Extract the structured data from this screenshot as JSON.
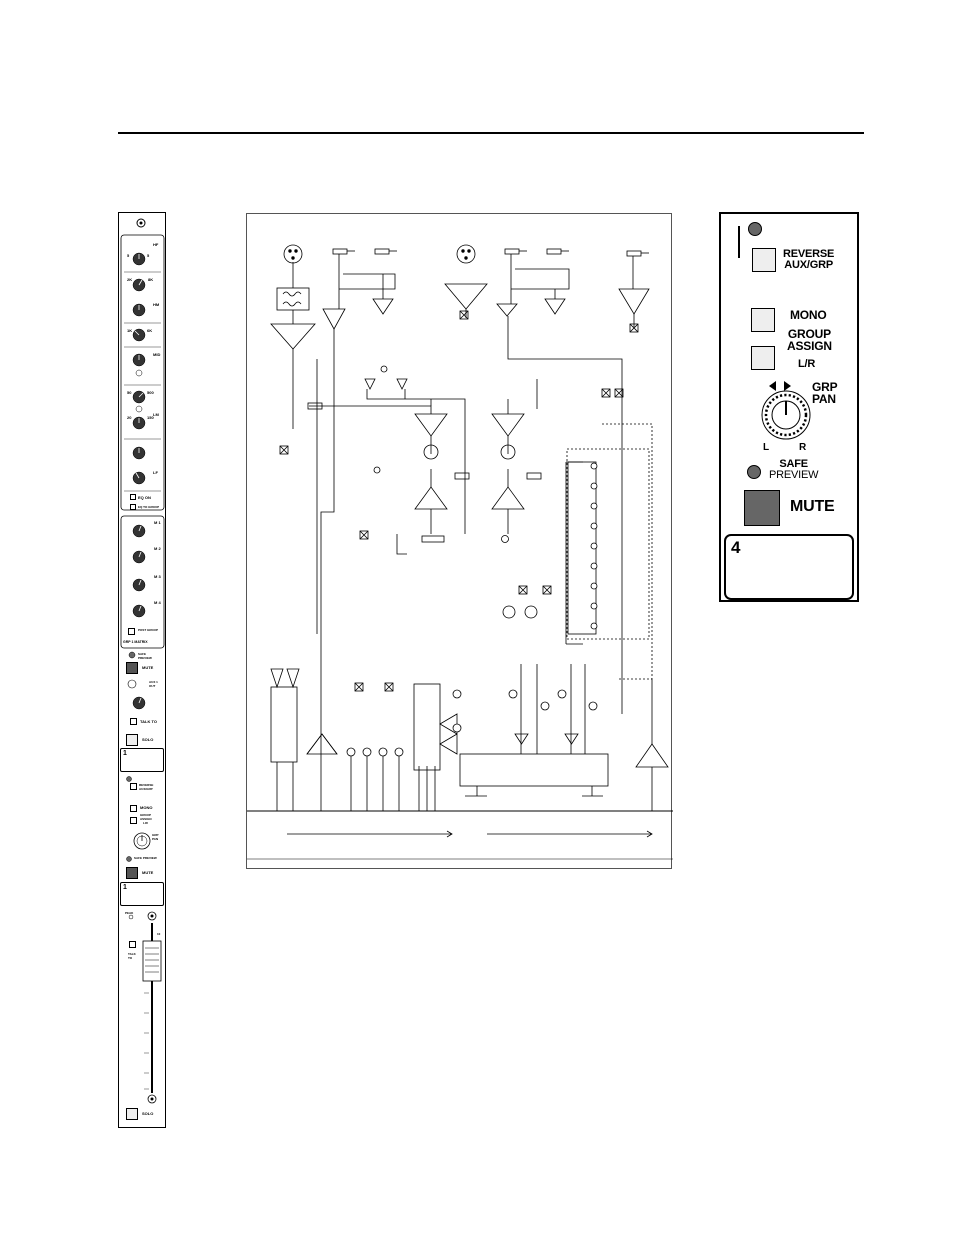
{
  "strip": {
    "eq": {
      "hf": "HF",
      "hm": "HM",
      "mid": "MID",
      "lm": "LM",
      "lf": "LF",
      "eq_on": "EQ ON",
      "eq_to_group": "EQ TO GROUP"
    },
    "matrix": {
      "m1": "M 1",
      "m2": "M 2",
      "m3": "M 3",
      "m4": "M 4",
      "post_group": "POST GROUP",
      "footer": "GRP 1 MATRIX"
    },
    "safe_preview": "SAFE PREVIEW",
    "mute": "MUTE",
    "aux_out": "AUX 1 OUT",
    "talk_to": "TALK TO",
    "solo": "SOLO",
    "scribble_top": "1",
    "reverse": "REVERSE AUX/GRP",
    "mono": "MONO",
    "group_assign": "GROUP ASSIGN",
    "lr": "L/R",
    "grp_pan": "GRP PAN",
    "safe_preview_2": "SAFE PREVIEW",
    "mute_2": "MUTE",
    "scribble_bottom": "1",
    "peak": "PEAK",
    "level_label": "10",
    "talk_to_2": "TALK TO",
    "solo_2": "SOLO"
  },
  "zoom": {
    "reverse_line1": "REVERSE",
    "reverse_line2": "AUX/GRP",
    "mono": "MONO",
    "group_line1": "GROUP",
    "group_line2": "ASSIGN",
    "lr": "L/R",
    "grp_line1": "GRP",
    "grp_line2": "PAN",
    "pan_left": "L",
    "pan_right": "R",
    "safe_line1": "SAFE",
    "safe_line2": "PREVIEW",
    "mute": "MUTE",
    "scribble_number": "4"
  },
  "colors": {
    "mute_fill": "#666666",
    "led_fill": "#666666",
    "button_fill": "#eeeeee"
  }
}
